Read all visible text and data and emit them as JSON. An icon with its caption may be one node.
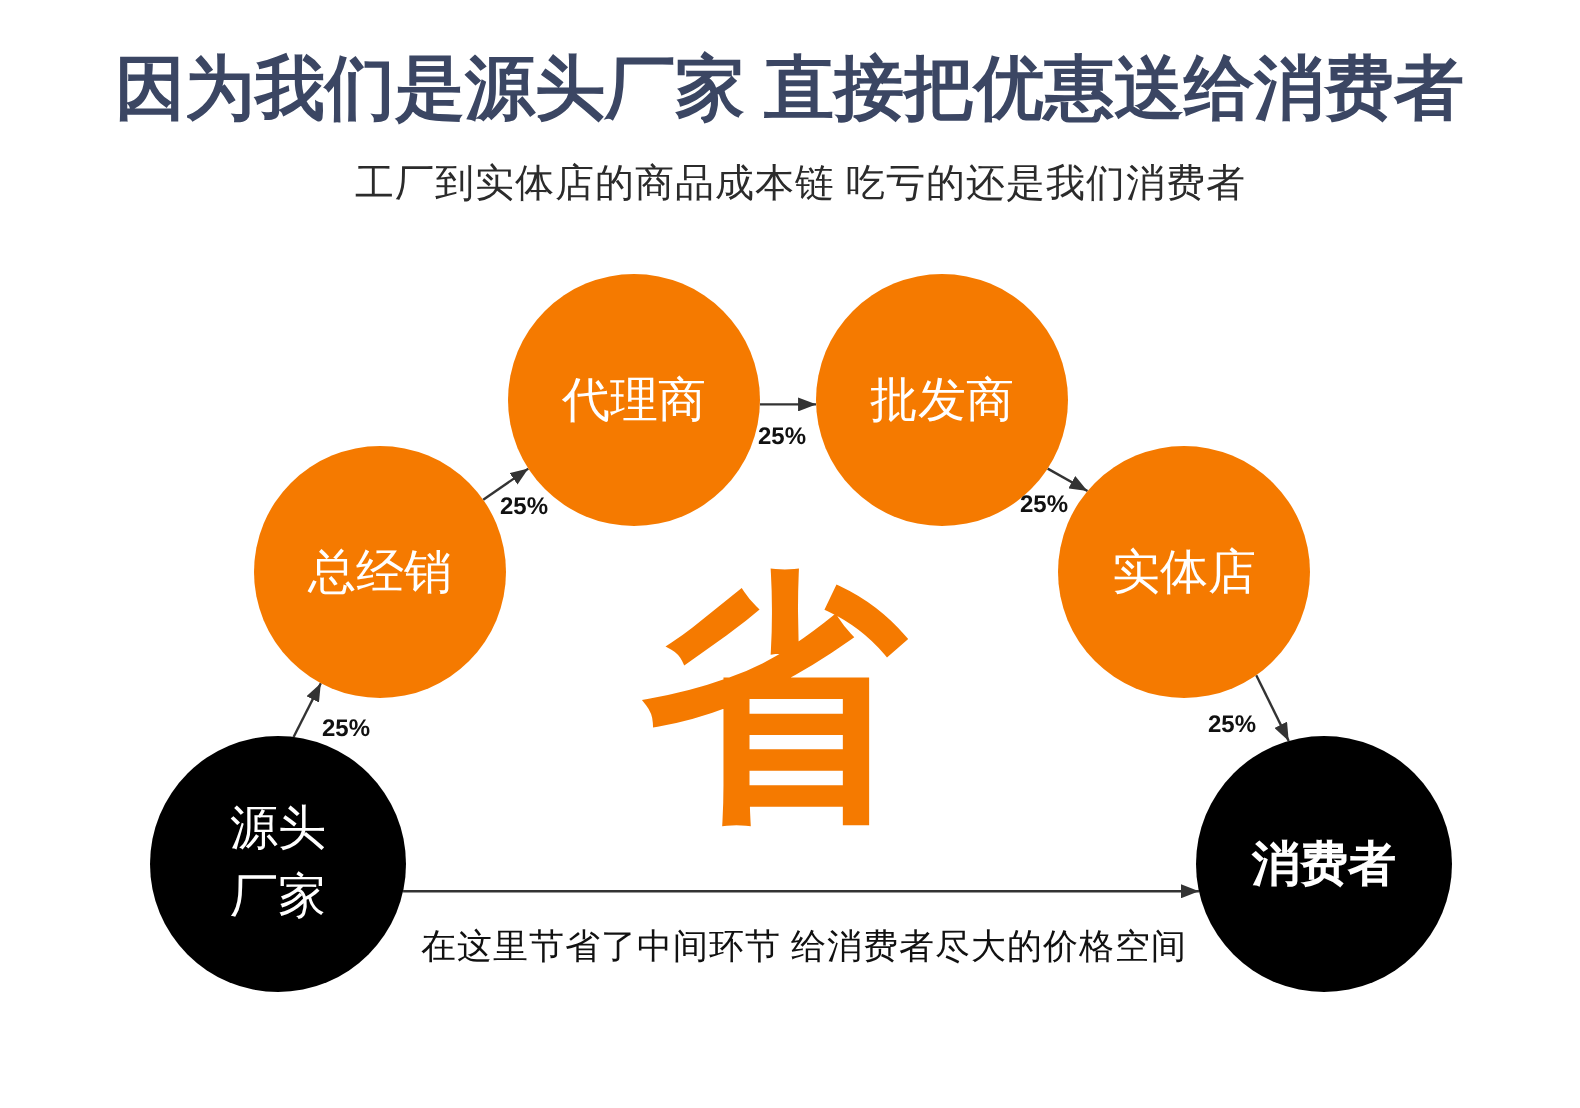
{
  "diagram": {
    "title": "因为我们是源头厂家 直接把优惠送给消费者",
    "nodes": [
      {
        "text": [
          "源头厂家"
        ]
      },
      {
        "text": [
          "总经销"
        ]
      },
      {
        "text": [
          "代理商"
        ]
      },
      {
        "text": [
          "批发商"
        ]
      },
      {
        "text": [
          "实体店"
        ]
      },
      {
        "text": [
          "消费者"
        ]
      }
    ],
    "edges": [
      {
        "from": 0,
        "to": 1,
        "arrow": "to",
        "label": "25%"
      },
      {
        "from": 1,
        "to": 2,
        "arrow": "to",
        "label": "25%"
      },
      {
        "from": 2,
        "to": 3,
        "arrow": "to",
        "label": "25%"
      },
      {
        "from": 3,
        "to": 4,
        "arrow": "to",
        "label": "25%"
      },
      {
        "from": 4,
        "to": 5,
        "arrow": "to",
        "label": "25%"
      },
      {
        "from": 0,
        "to": 5,
        "arrow": "to",
        "label": "在这里节省了中间环节 给消费者尽大的价格空间"
      }
    ],
    "labels": [
      "工厂到实体店的商品成本链 吃亏的还是我们消费者",
      "省"
    ]
  }
}
